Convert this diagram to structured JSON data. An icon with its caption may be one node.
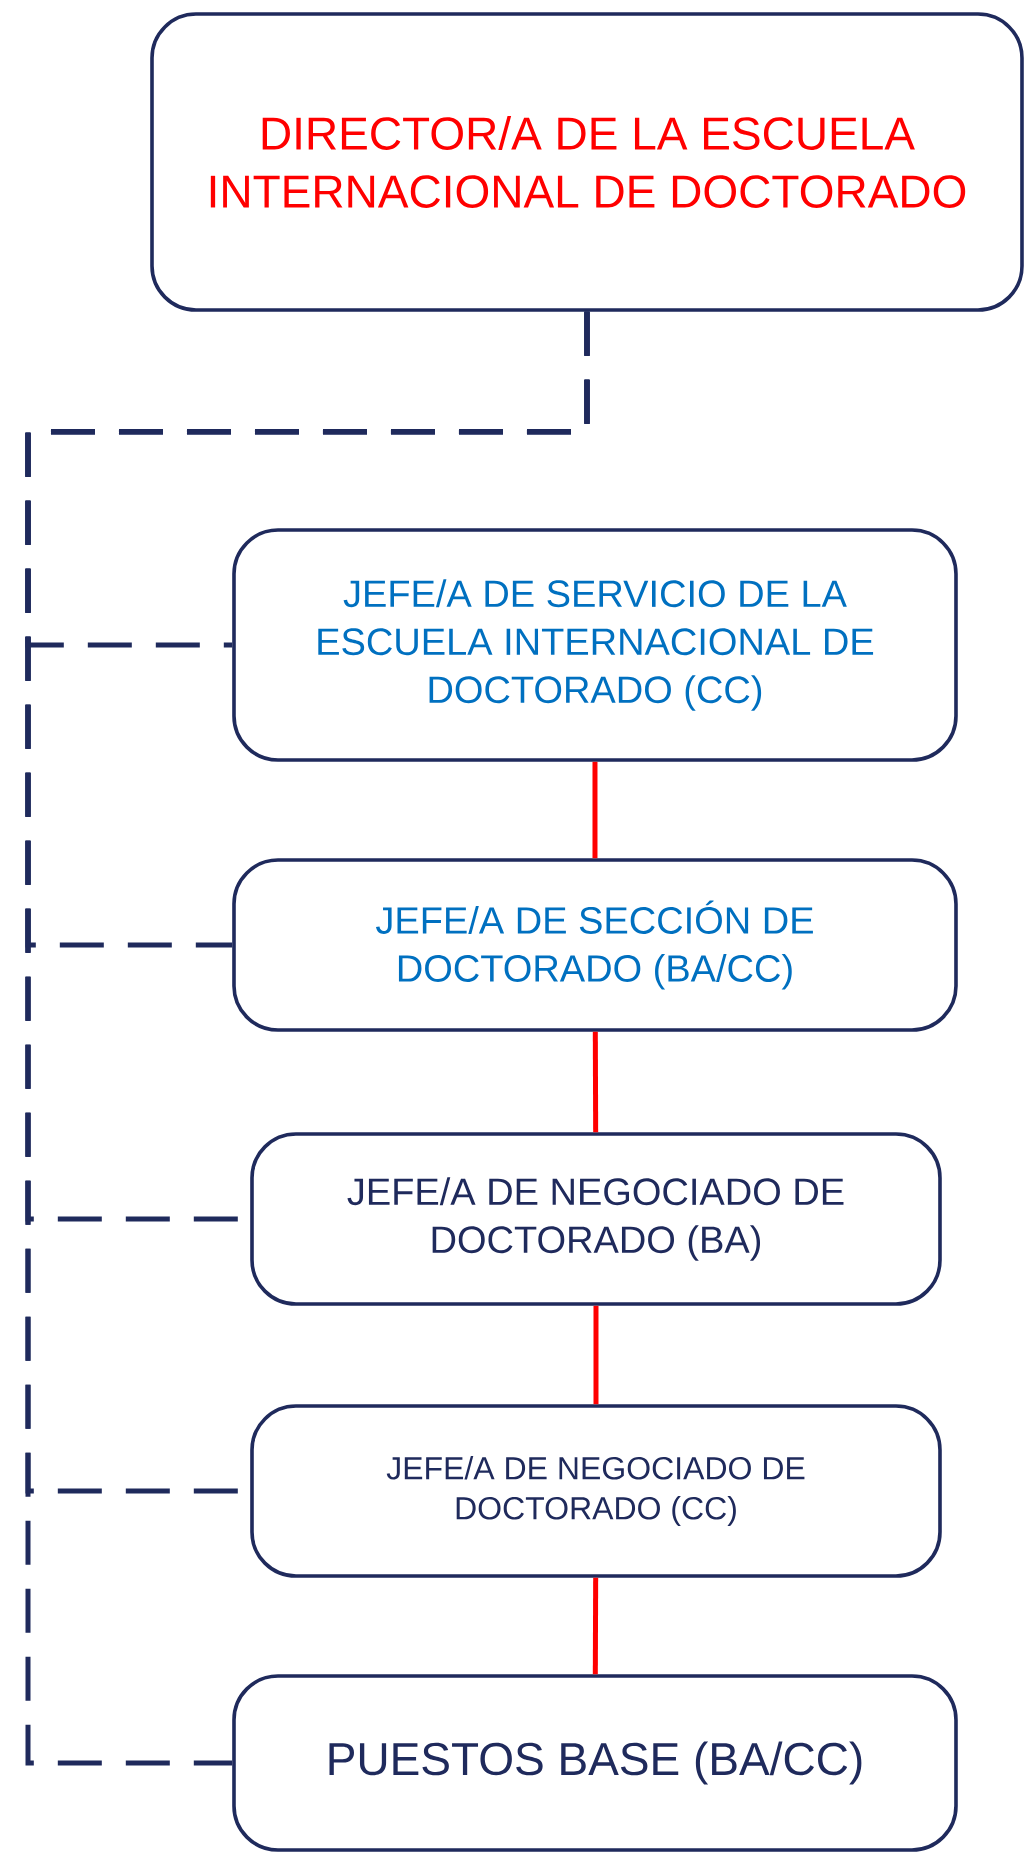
{
  "diagram": {
    "nodes": [
      {
        "text": [
          "DIRECTOR/A DE LA ESCUELA INTERNACIONAL DE DOCTORADO"
        ]
      },
      {
        "text": [
          "JEFE/A DE SERVICIO DE LA ESCUELA INTERNACIONAL DE DOCTORADO (CC)"
        ]
      },
      {
        "text": [
          "JEFE/A DE SECCIÓN DE DOCTORADO (BA/CC)"
        ]
      },
      {
        "text": [
          "JEFE/A DE NEGOCIADO DE DOCTORADO (BA)"
        ]
      },
      {
        "text": [
          "JEFE/A DE NEGOCIADO DE DOCTORADO (CC)"
        ]
      },
      {
        "text": [
          "PUESTOS BASE (BA/CC)"
        ]
      }
    ],
    "edges": [
      {
        "from": 0,
        "to": 1,
        "arrow": "none",
        "style": "dashed"
      },
      {
        "from": 0,
        "to": 2,
        "arrow": "none",
        "style": "dashed"
      },
      {
        "from": 0,
        "to": 3,
        "arrow": "none",
        "style": "dashed"
      },
      {
        "from": 0,
        "to": 4,
        "arrow": "none",
        "style": "dashed"
      },
      {
        "from": 0,
        "to": 5,
        "arrow": "none",
        "style": "dashed"
      },
      {
        "from": 1,
        "to": 2,
        "arrow": "none",
        "color": "#ff0000"
      },
      {
        "from": 2,
        "to": 3,
        "arrow": "none",
        "color": "#ff0000"
      },
      {
        "from": 3,
        "to": 4,
        "arrow": "none",
        "color": "#ff0000"
      },
      {
        "from": 4,
        "to": 5,
        "arrow": "none",
        "color": "#ff0000"
      }
    ]
  }
}
